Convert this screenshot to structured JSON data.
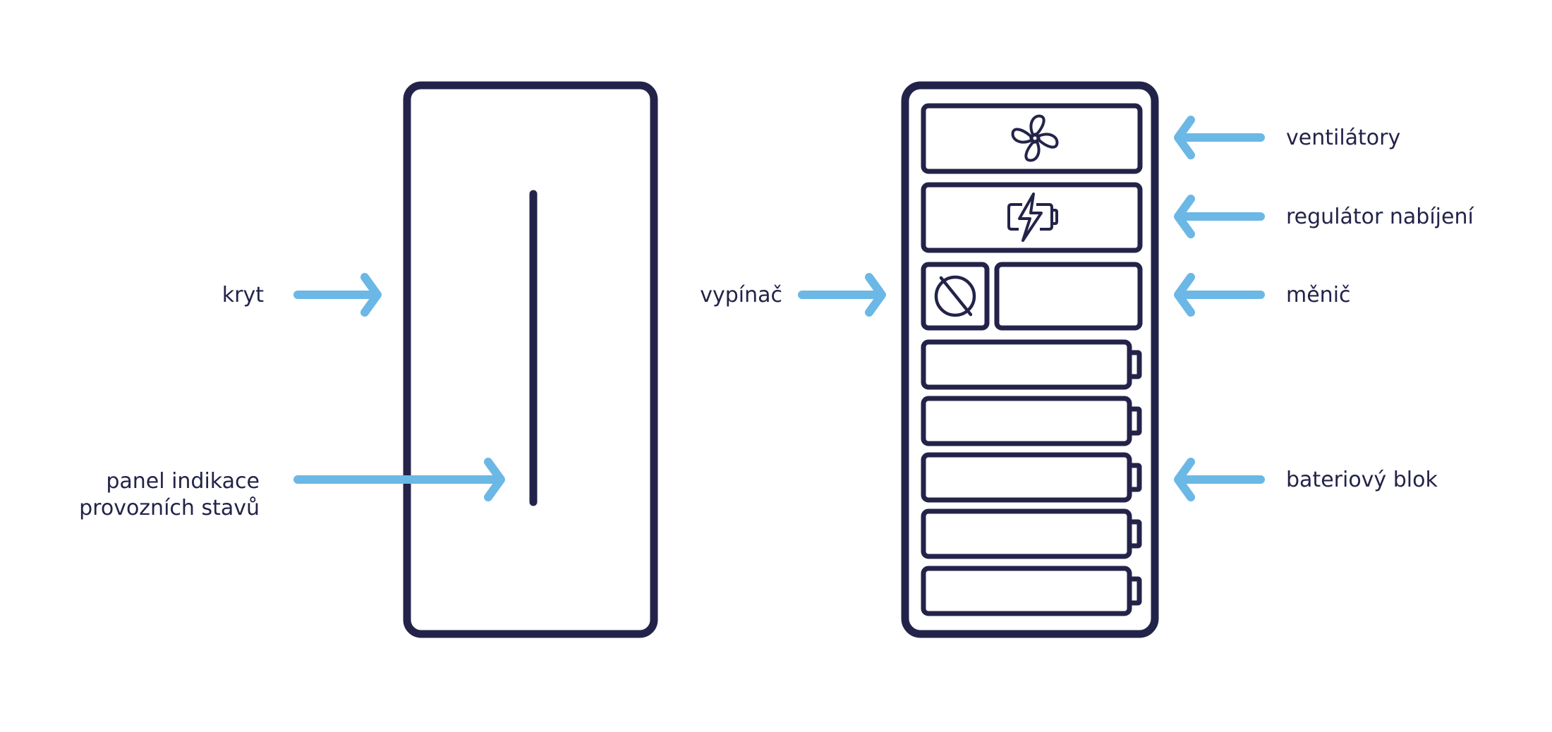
{
  "colors": {
    "outline": "#23234a",
    "arrow": "#6bb8e6",
    "text": "#23234a",
    "background": "#ffffff"
  },
  "icons": {
    "fan": "fan-icon",
    "charge": "battery-charging-icon",
    "switch": "power-switch-icon",
    "battery": "battery-icon"
  },
  "labels": {
    "kryt": "kryt",
    "panel_line1": "panel indikace",
    "panel_line2": "provozních stavů",
    "vypinac": "vypínač",
    "ventilatory": "ventilátory",
    "regulator": "regulátor nabíjení",
    "menic": "měnič",
    "bateriovy_blok": "bateriový blok"
  }
}
